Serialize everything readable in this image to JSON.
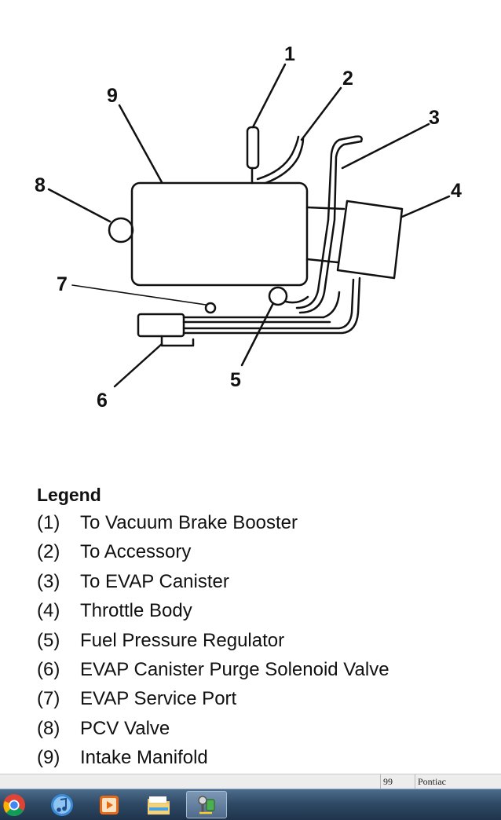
{
  "diagram": {
    "callouts": [
      "1",
      "2",
      "3",
      "4",
      "5",
      "6",
      "7",
      "8",
      "9"
    ]
  },
  "legend": {
    "title": "Legend",
    "items": [
      {
        "num": "(1)",
        "label": "To Vacuum Brake Booster"
      },
      {
        "num": "(2)",
        "label": "To Accessory"
      },
      {
        "num": "(3)",
        "label": "To EVAP Canister"
      },
      {
        "num": "(4)",
        "label": "Throttle Body"
      },
      {
        "num": "(5)",
        "label": "Fuel Pressure Regulator"
      },
      {
        "num": "(6)",
        "label": "EVAP Canister Purge Solenoid Valve"
      },
      {
        "num": "(7)",
        "label": "EVAP Service Port"
      },
      {
        "num": "(8)",
        "label": "PCV Valve"
      },
      {
        "num": "(9)",
        "label": "Intake Manifold"
      }
    ]
  },
  "status_bar": {
    "page": "99",
    "make": "Pontiac"
  },
  "taskbar": {
    "buttons": [
      {
        "icon": "chrome-icon"
      },
      {
        "icon": "itunes-icon"
      },
      {
        "icon": "media-player-icon"
      },
      {
        "icon": "file-explorer-icon"
      },
      {
        "icon": "tools-app-icon"
      }
    ]
  }
}
